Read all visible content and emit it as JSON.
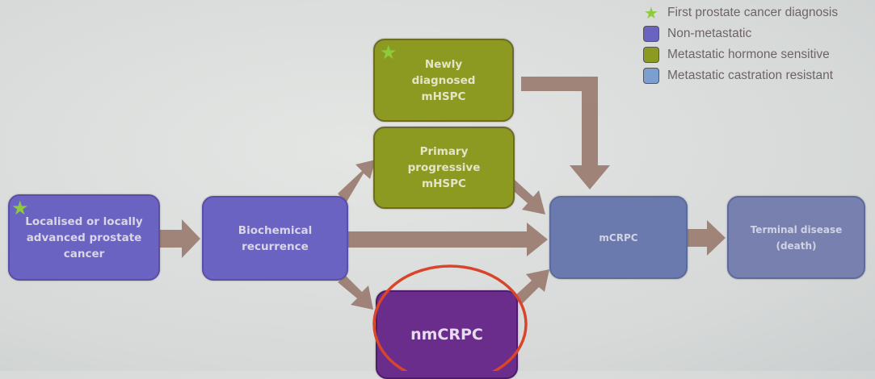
{
  "legend": [
    {
      "label": "First prostate cancer diagnosis",
      "icon": "star-icon",
      "color": "#8ecb3a"
    },
    {
      "label": "Non-metastatic",
      "color": "#6b63c2"
    },
    {
      "label": "Metastatic hormone sensitive",
      "color": "#8c9a22"
    },
    {
      "label": "Metastatic castration resistant",
      "color": "#7a9fd0"
    }
  ],
  "nodes": {
    "localised": "Localised or locally advanced prostate cancer",
    "biochemical": "Biochemical recurrence",
    "newly": "Newly diagnosed mHSPC",
    "primary": "Primary progressive mHSPC",
    "nmcrpc": "nmCRPC",
    "mcrpc": "mCRPC",
    "terminal": "Terminal disease (death)"
  },
  "colors": {
    "arrow": "#9b7c70",
    "highlight": "#d8452a"
  }
}
